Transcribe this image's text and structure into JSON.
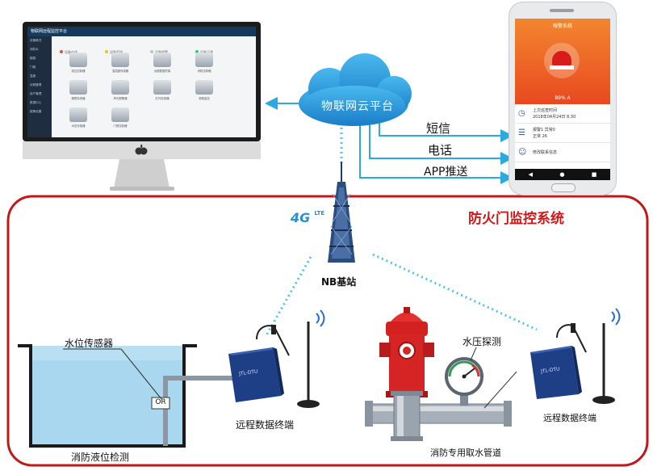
{
  "cloud": {
    "label": "物联网云平台"
  },
  "channels": {
    "sms": "短信",
    "phone": "电话",
    "app": "APP推送"
  },
  "tower": {
    "badge_main": "4G",
    "badge_sub": "LTE",
    "label": "NB基站"
  },
  "system": {
    "title": "防火门监控系统"
  },
  "tank": {
    "sensor_label": "水位传感器",
    "sensor_tag": "OR",
    "caption": "消防液位检测"
  },
  "left_terminal": {
    "caption": "远程数据终端",
    "device_text": "JTL-DTU"
  },
  "right_terminal": {
    "caption": "远程数据终端",
    "device_text": "JTL-DTU"
  },
  "pipeline": {
    "gauge_label": "水压探测",
    "caption": "消防专用取水管道"
  },
  "phone": {
    "header_title": "報警系統",
    "status_text": "89% A",
    "rows": [
      {
        "line1": "上次巡查时间",
        "line2": "2018年04月24日 8:30"
      },
      {
        "line1": "报警1 异常0",
        "line2": "正常 26"
      },
      {
        "line1": "修改联系信息",
        "line2": ""
      }
    ]
  },
  "monitor": {
    "header_text": "物联网远程监控平台",
    "sidebar_items": [
      "设备概况",
      "消防水",
      "烟感",
      "门磁",
      "温度",
      "远程管理",
      "用户管理",
      "数据中心",
      "报警设置"
    ],
    "legend": [
      "设备在线",
      "设备离线",
      "设备报警",
      "设备正常"
    ],
    "devices": [
      "液位控制器",
      "温湿度传感器",
      "远程数据终端",
      "消防控制箱",
      "烟雾探测器",
      "声光报警器",
      "红外探测器",
      "视频监控",
      "水压传感器",
      "门禁控制器"
    ]
  },
  "colors": {
    "accent_red": "#c01818",
    "link_blue": "#29abe2",
    "dotted": "#4fc3e8",
    "phone_orange": "#ee5a24"
  }
}
